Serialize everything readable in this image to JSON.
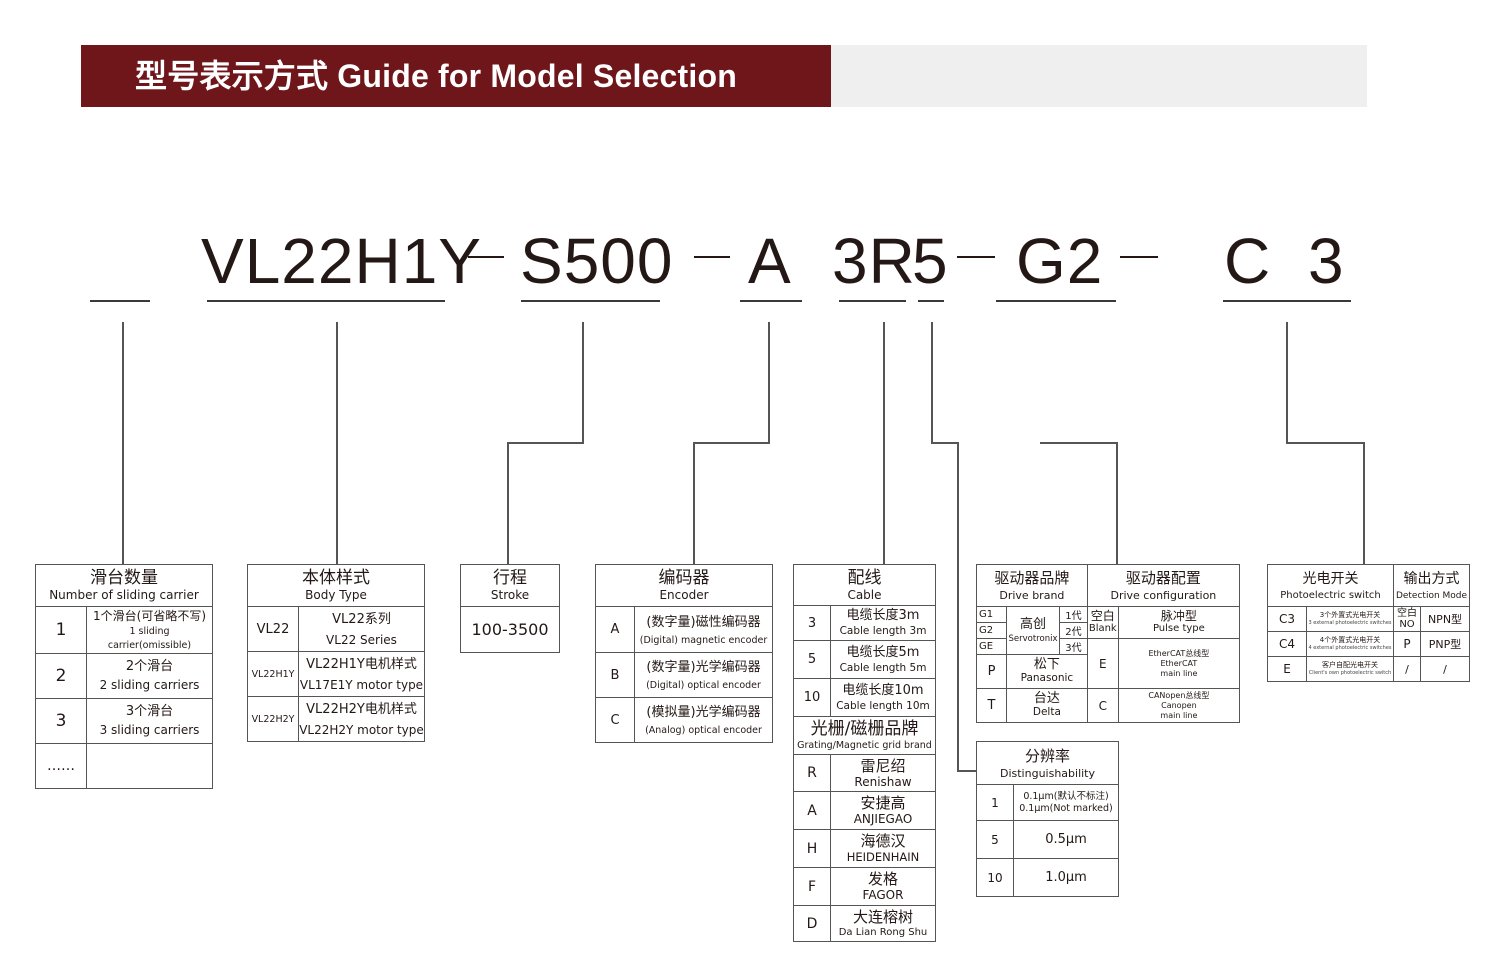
{
  "header": {
    "title": "型号表示方式  Guide for Model Selection",
    "accent_color": "#6f161b",
    "band_color": "#efefef"
  },
  "model_code": {
    "segments": [
      "VL22H1Y",
      "S500",
      "A",
      "3R",
      "5",
      "G2",
      "C 3"
    ],
    "separator": "—"
  },
  "sliding_carrier": {
    "title_cn": "滑台数量",
    "title_en": "Number of sliding carrier",
    "rows": [
      {
        "code": "1",
        "cn": "1个滑台(可省略不写)",
        "en": "1 sliding carrier(omissible)"
      },
      {
        "code": "2",
        "cn": "2个滑台",
        "en": "2 sliding carriers"
      },
      {
        "code": "3",
        "cn": "3个滑台",
        "en": "3 sliding carriers"
      },
      {
        "code": "……",
        "cn": "",
        "en": ""
      }
    ]
  },
  "body_type": {
    "title_cn": "本体样式",
    "title_en": "Body Type",
    "rows": [
      {
        "code": "VL22",
        "cn": "VL22系列",
        "en": "VL22 Series"
      },
      {
        "code": "VL22H1Y",
        "cn": "VL22H1Y电机样式",
        "en": "VL17E1Y motor type"
      },
      {
        "code": "VL22H2Y",
        "cn": "VL22H2Y电机样式",
        "en": "VL22H2Y motor type"
      }
    ]
  },
  "stroke": {
    "title_cn": "行程",
    "title_en": "Stroke",
    "value": "100-3500"
  },
  "encoder": {
    "title_cn": "编码器",
    "title_en": "Encoder",
    "rows": [
      {
        "code": "A",
        "cn": "(数字量)磁性编码器",
        "en": "(Digital) magnetic encoder"
      },
      {
        "code": "B",
        "cn": "(数字量)光学编码器",
        "en": "(Digital) optical encoder"
      },
      {
        "code": "C",
        "cn": "(模拟量)光学编码器",
        "en": "(Analog) optical encoder"
      }
    ]
  },
  "cable": {
    "title_cn": "配线",
    "title_en": "Cable",
    "rows": [
      {
        "code": "3",
        "cn": "电缆长度3m",
        "en": "Cable length 3m"
      },
      {
        "code": "5",
        "cn": "电缆长度5m",
        "en": "Cable length 5m"
      },
      {
        "code": "10",
        "cn": "电缆长度10m",
        "en": "Cable length 10m"
      }
    ]
  },
  "grating": {
    "title_cn": "光栅/磁栅品牌",
    "title_en": "Grating/Magnetic grid brand",
    "rows": [
      {
        "code": "R",
        "cn": "雷尼绍",
        "en": "Renishaw"
      },
      {
        "code": "A",
        "cn": "安捷高",
        "en": "ANJIEGAO"
      },
      {
        "code": "H",
        "cn": "海德汉",
        "en": "HEIDENHAIN"
      },
      {
        "code": "F",
        "cn": "发格",
        "en": "FAGOR"
      },
      {
        "code": "D",
        "cn": "大连榕树",
        "en": "Da Lian Rong Shu"
      }
    ]
  },
  "resolution": {
    "title_cn": "分辨率",
    "title_en": "Distinguishability",
    "rows": [
      {
        "code": "1",
        "cn": "0.1μm(默认不标注)",
        "en": "0.1μm(Not marked)"
      },
      {
        "code": "5",
        "cn": "0.5μm",
        "en": ""
      },
      {
        "code": "10",
        "cn": "1.0μm",
        "en": ""
      }
    ]
  },
  "drive_brand": {
    "title_cn": "驱动器品牌",
    "title_en": "Drive brand",
    "servotronix": {
      "cn": "高创",
      "en": "Servotronix",
      "rows": [
        {
          "code": "G1",
          "gen": "1代"
        },
        {
          "code": "G2",
          "gen": "2代"
        },
        {
          "code": "GE",
          "gen": "3代"
        }
      ]
    },
    "rows": [
      {
        "code": "P",
        "cn": "松下",
        "en": "Panasonic"
      },
      {
        "code": "T",
        "cn": "台达",
        "en": "Delta"
      }
    ]
  },
  "drive_config": {
    "title_cn": "驱动器配置",
    "title_en": "Drive configuration",
    "rows": [
      {
        "code_cn": "空白",
        "code_en": "Blank",
        "cn": "脉冲型",
        "en": "Pulse type"
      },
      {
        "code": "E",
        "cn": "EtherCAT总线型",
        "en1": "EtherCAT",
        "en2": "main line"
      },
      {
        "code": "C",
        "cn": "CANopen总线型",
        "en1": "Canopen",
        "en2": "main line"
      }
    ]
  },
  "photo_switch": {
    "title_cn": "光电开关",
    "title_en": "Photoelectric switch",
    "rows": [
      {
        "code": "C3",
        "cn": "3个外置式光电开关",
        "en": "3 external photoelectric switches"
      },
      {
        "code": "C4",
        "cn": "4个外置式光电开关",
        "en": "4 external photoelectric switches"
      },
      {
        "code": "E",
        "cn": "客户自配光电开关",
        "en": "Client's own photoelectric switch"
      }
    ]
  },
  "detection_mode": {
    "title_cn": "输出方式",
    "title_en": "Detection Mode",
    "rows": [
      {
        "code_cn": "空白",
        "code_en": "NO",
        "value": "NPN型"
      },
      {
        "code": "P",
        "value": "PNP型"
      },
      {
        "code": "/",
        "value": "/"
      }
    ]
  }
}
